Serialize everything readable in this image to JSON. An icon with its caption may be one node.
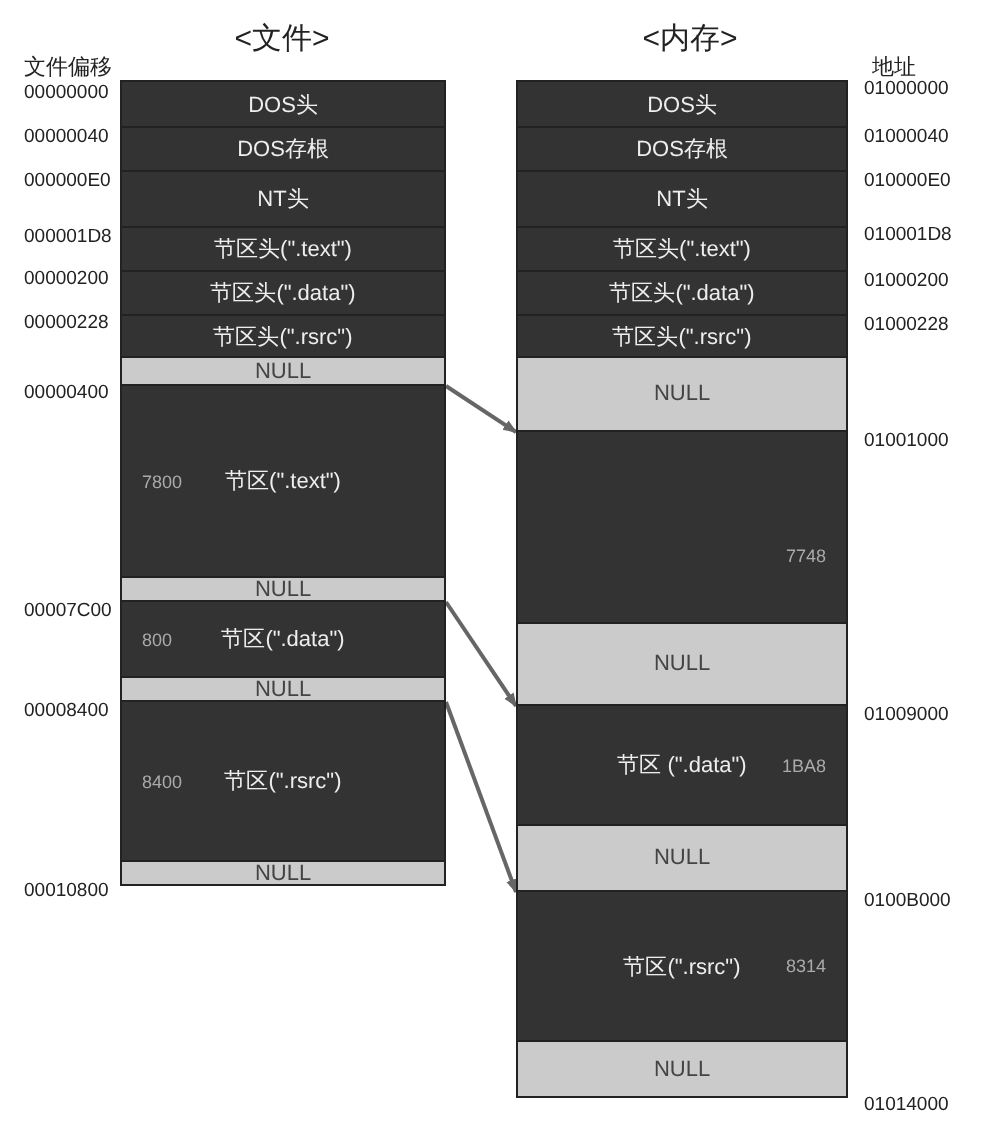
{
  "diagram": {
    "nodes": [
      {
        "text": [
          "DOS头"
        ]
      },
      {
        "text": [
          "DOS存根"
        ]
      },
      {
        "text": [
          "NT头"
        ]
      },
      {
        "text": [
          "节区头(\".text\")"
        ]
      },
      {
        "text": [
          "节区头(\".data\")"
        ]
      },
      {
        "text": [
          "节区头(\".rsrc\")"
        ]
      },
      {
        "text": [
          "NULL"
        ]
      },
      {
        "text": [
          "7800",
          "节区(\".text\")"
        ]
      },
      {
        "text": [
          "NULL"
        ]
      },
      {
        "text": [
          "800",
          "节区(\".data\")"
        ]
      },
      {
        "text": [
          "NULL"
        ]
      },
      {
        "text": [
          "8400",
          "节区(\".rsrc\")"
        ]
      },
      {
        "text": [
          "NULL"
        ]
      },
      {
        "text": [
          "DOS头"
        ]
      },
      {
        "text": [
          "DOS存根"
        ]
      },
      {
        "text": [
          "NT头"
        ]
      },
      {
        "text": [
          "节区头(\".text\")"
        ]
      },
      {
        "text": [
          "节区头(\".data\")"
        ]
      },
      {
        "text": [
          "节区头(\".rsrc\")"
        ]
      },
      {
        "text": [
          "NULL"
        ]
      },
      {
        "text": [
          "7748"
        ]
      },
      {
        "text": [
          "NULL"
        ]
      },
      {
        "text": [
          "节区 (\".data\")",
          "1BA8"
        ]
      },
      {
        "text": [
          "NULL"
        ]
      },
      {
        "text": [
          "节区(\".rsrc\")",
          "8314"
        ]
      },
      {
        "text": [
          "NULL"
        ]
      }
    ],
    "edges": [
      {
        "from": 7,
        "to": 20,
        "arrow": "to"
      },
      {
        "from": 9,
        "to": 22,
        "arrow": "to"
      },
      {
        "from": 11,
        "to": 24,
        "arrow": "to"
      }
    ],
    "labels": [
      "<文件>",
      "<内存>",
      "文件偏移",
      "地址",
      "00000000",
      "00000040",
      "000000E0",
      "000001D8",
      "00000200",
      "00000228",
      "00000400",
      "00007C00",
      "00008400",
      "00010800",
      "01000000",
      "01000040",
      "010000E0",
      "010001D8",
      "01000200",
      "01000228",
      "01001000",
      "01009000",
      "0100B000",
      "01014000"
    ]
  }
}
